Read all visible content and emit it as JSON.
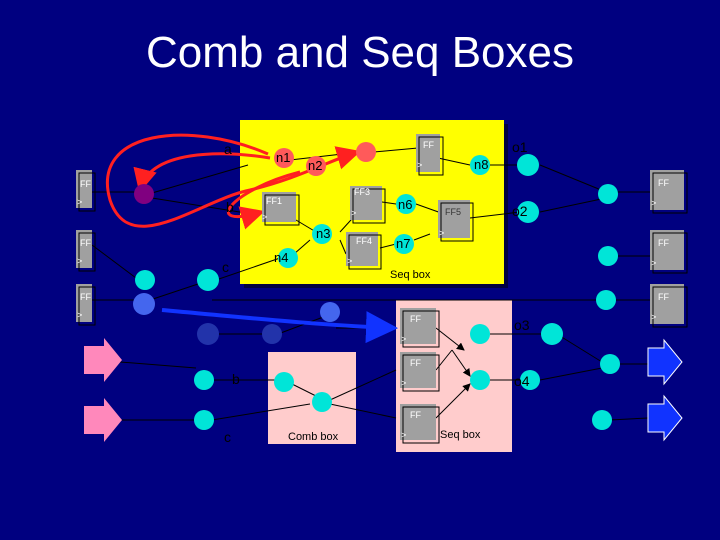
{
  "title": "Comb and Seq Boxes",
  "labels": {
    "a": "a",
    "b": "b",
    "c": "c",
    "n1": "n1",
    "n2": "n2",
    "n3": "n3",
    "n4": "n4",
    "n6": "n6",
    "n7": "n7",
    "n8": "n8",
    "o1": "o1",
    "o2": "o2",
    "o3": "o3",
    "o4": "o4",
    "b_low": "b",
    "c_low": "c",
    "seq_box_top": "Seq box",
    "comb_box": "Comb box",
    "seq_box_bottom": "Seq box"
  },
  "ff": {
    "ff": "FF",
    "ff1": "FF1",
    "ff3": "FF3",
    "ff4": "FF4",
    "ff5": "FF5",
    "clk": ">"
  },
  "colors": {
    "background": "#000080",
    "yellow_box": "#ffff00",
    "pink_box": "#ffcccc",
    "node_cyan": "#00e5d8",
    "node_red": "#ff5a5a",
    "node_purple": "#800080",
    "node_blue": "#4466ee",
    "node_darkblue": "#2233aa",
    "wire_red": "#ff2020",
    "ff_gray": "#a0a0a0",
    "arrow_pink": "#ff88bb",
    "arrow_blue": "#1133ff"
  }
}
